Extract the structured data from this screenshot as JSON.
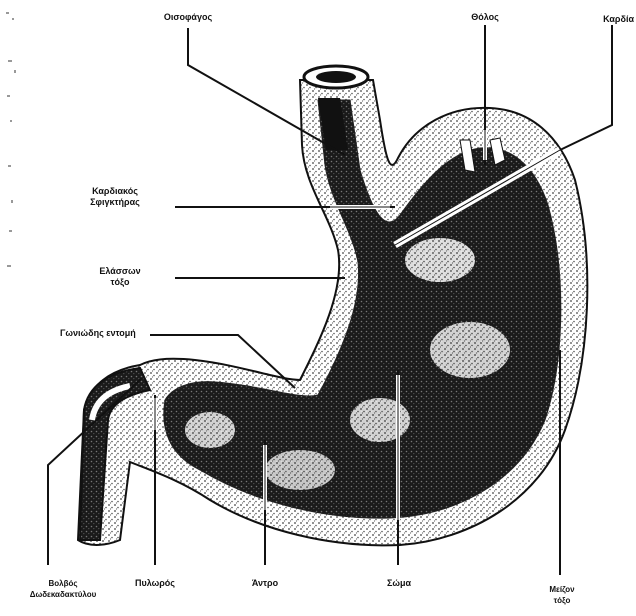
{
  "figure": {
    "labels": {
      "esophagus": "Οισοφάγος",
      "fundus": "Θόλος",
      "cardia": "Καρδία",
      "cardiac_sphincter": "Καρδιακός\nΣφιγκτήρας",
      "lesser_curvature": "Ελάσσων\nτόξο",
      "angular_notch": "Γωνιώδης εντομή",
      "duodenal_bulb": "Βολβός\nΔωδεκαδακτύλου",
      "pylorus": "Πυλωρός",
      "antrum": "Άντρο",
      "body": "Σώμα",
      "greater_curvature": "Μείζον\nτόξο"
    },
    "colors": {
      "ink": "#111111",
      "stipple": "#555555",
      "paper": "#ffffff"
    }
  }
}
